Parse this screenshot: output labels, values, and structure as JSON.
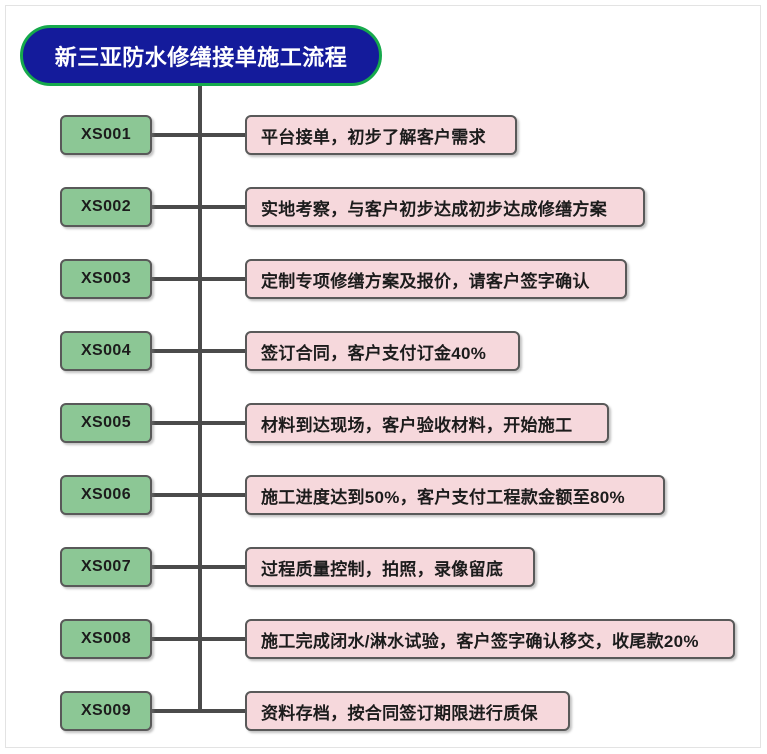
{
  "diagram": {
    "title": "新三亚防水修缮接单施工流程",
    "title_fill": "#141B9B",
    "title_border": "#16A94C",
    "code_fill": "#8CC795",
    "desc_fill": "#F6D8DC",
    "connector_color": "#4B4B4B",
    "steps": [
      {
        "code": "XS001",
        "desc": "平台接单，初步了解客户需求",
        "desc_width": 272
      },
      {
        "code": "XS002",
        "desc": "实地考察，与客户初步达成初步达成修缮方案",
        "desc_width": 400
      },
      {
        "code": "XS003",
        "desc": "定制专项修缮方案及报价，请客户签字确认",
        "desc_width": 382
      },
      {
        "code": "XS004",
        "desc": "签订合同，客户支付订金40%",
        "desc_width": 275
      },
      {
        "code": "XS005",
        "desc": "材料到达现场，客户验收材料，开始施工",
        "desc_width": 364
      },
      {
        "code": "XS006",
        "desc": "施工进度达到50%，客户支付工程款金额至80%",
        "desc_width": 420
      },
      {
        "code": "XS007",
        "desc": "过程质量控制，拍照，录像留底",
        "desc_width": 290
      },
      {
        "code": "XS008",
        "desc": "施工完成闭水/淋水试验，客户签字确认移交，收尾款20%",
        "desc_width": 490
      },
      {
        "code": "XS009",
        "desc": "资料存档，按合同签订期限进行质保",
        "desc_width": 325
      }
    ]
  }
}
